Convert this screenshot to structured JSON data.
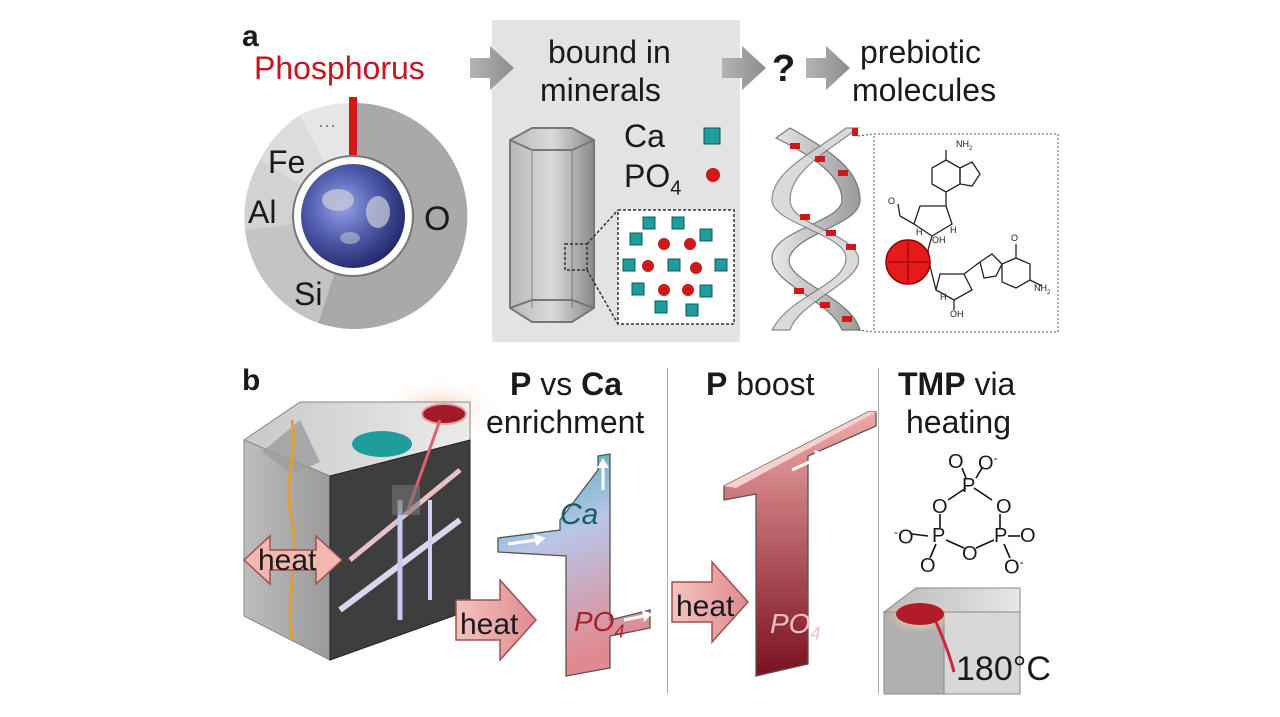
{
  "panel_a": {
    "letter": "a",
    "phosphorus": "Phosphorus",
    "dots": "···",
    "elements": {
      "fe": "Fe",
      "al": "Al",
      "si": "Si",
      "o": "O"
    },
    "bound_line1": "bound in",
    "bound_line2": "minerals",
    "legend_ca": "Ca",
    "legend_po": "PO",
    "legend_po_sub": "4",
    "question": "?",
    "prebiotic_line1": "prebiotic",
    "prebiotic_line2": "molecules",
    "molecule": {
      "nh2_top": "NH",
      "nh2_top_sub": "2",
      "o_top": "O",
      "oh1": "OH",
      "h1": "H",
      "h2": "H",
      "o_right": "O",
      "nh2_bottom": "NH",
      "nh2_bottom_sub": "2",
      "h3": "H",
      "oh2": "OH"
    }
  },
  "panel_b": {
    "letter": "b",
    "heat": "heat",
    "p_bold": "P",
    "vs": " vs ",
    "ca_bold": "Ca",
    "enrichment": "enrichment",
    "ca_label": "Ca",
    "po_label": "PO",
    "po_sub": "4",
    "boost": " boost",
    "tmp_bold": "TMP",
    "via": " via",
    "heating": "heating",
    "temperature": "180°C",
    "tmp_atoms": {
      "p": "P",
      "o": "O",
      "ominus": "O",
      "minus": "-"
    }
  },
  "colors": {
    "accent_red": "#c8141e",
    "teal": "#1f9c9c",
    "pink": "#e8a0a0",
    "dark_red": "#8e1a24",
    "grey_panel": "#e3e3e3"
  }
}
